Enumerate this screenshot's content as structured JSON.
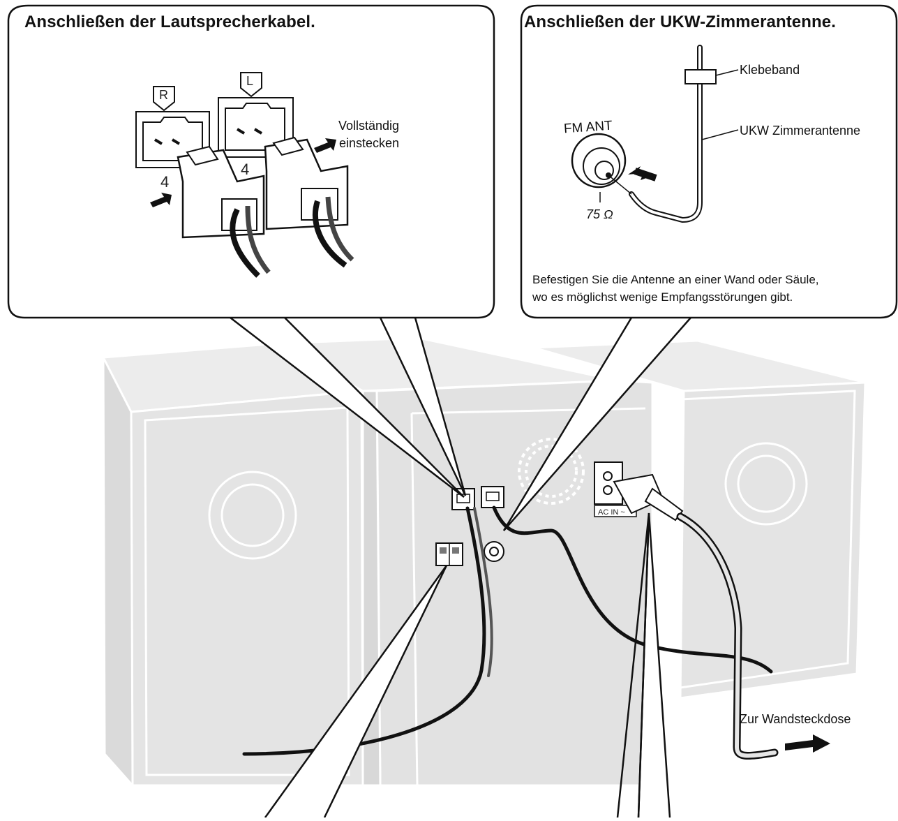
{
  "speaker_callout": {
    "title": "Anschließen der Lautsprecherkabel.",
    "terminal_right": "R",
    "terminal_left": "L",
    "impedance_right": "4",
    "impedance_left": "4",
    "insert_label_line1": "Vollständig",
    "insert_label_line2": "einstecken"
  },
  "antenna_callout": {
    "title": "Anschließen der UKW-Zimmerantenne.",
    "port_label": "FM ANT",
    "port_impedance": "75 Ω",
    "tape_label": "Klebeband",
    "antenna_label": "UKW Zimmerantenne",
    "note_line1": "Befestigen Sie die Antenne an einer Wand oder Säule,",
    "note_line2": "wo es möglichst wenige Empfangsstörungen gibt."
  },
  "unit": {
    "ac_in_label": "AC IN ~"
  },
  "power": {
    "outlet_label": "Zur Wandsteckdose"
  },
  "colors": {
    "box_fill": "#e6e6e6",
    "box_edge": "#ffffff",
    "line": "#111111",
    "cable_gray": "#777777"
  }
}
